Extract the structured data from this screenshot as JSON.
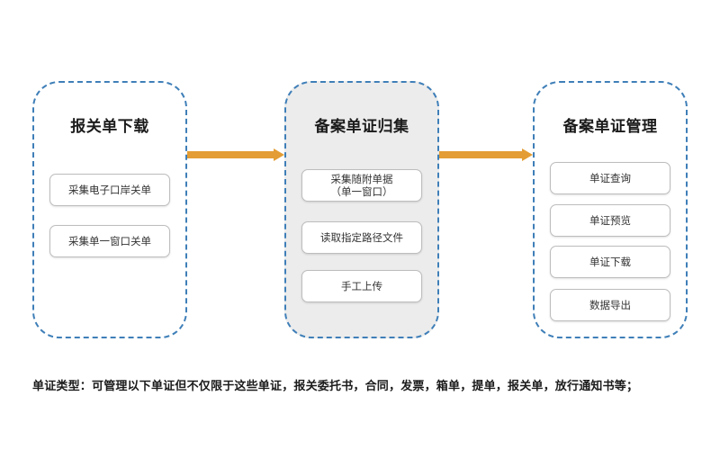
{
  "colors": {
    "panel_border": "#3f7fb8",
    "arrow": "#e39d34",
    "highlight_panel_bg": "#ececec"
  },
  "panels": [
    {
      "title": "报关单下载",
      "items": [
        {
          "lines": [
            "采集电子口岸关单"
          ]
        },
        {
          "lines": [
            "采集单一窗口关单"
          ]
        }
      ]
    },
    {
      "title": "备案单证归集",
      "items": [
        {
          "lines": [
            "采集随附单据",
            "（单一窗口）"
          ]
        },
        {
          "lines": [
            "读取指定路径文件"
          ]
        },
        {
          "lines": [
            "手工上传"
          ]
        }
      ]
    },
    {
      "title": "备案单证管理",
      "items": [
        {
          "lines": [
            "单证查询"
          ]
        },
        {
          "lines": [
            "单证预览"
          ]
        },
        {
          "lines": [
            "单证下载"
          ]
        },
        {
          "lines": [
            "数据导出"
          ]
        }
      ]
    }
  ],
  "footnote": "单证类型：可管理以下单证但不仅限于这些单证，报关委托书，合同，发票，箱单，提单，报关单，放行通知书等；"
}
